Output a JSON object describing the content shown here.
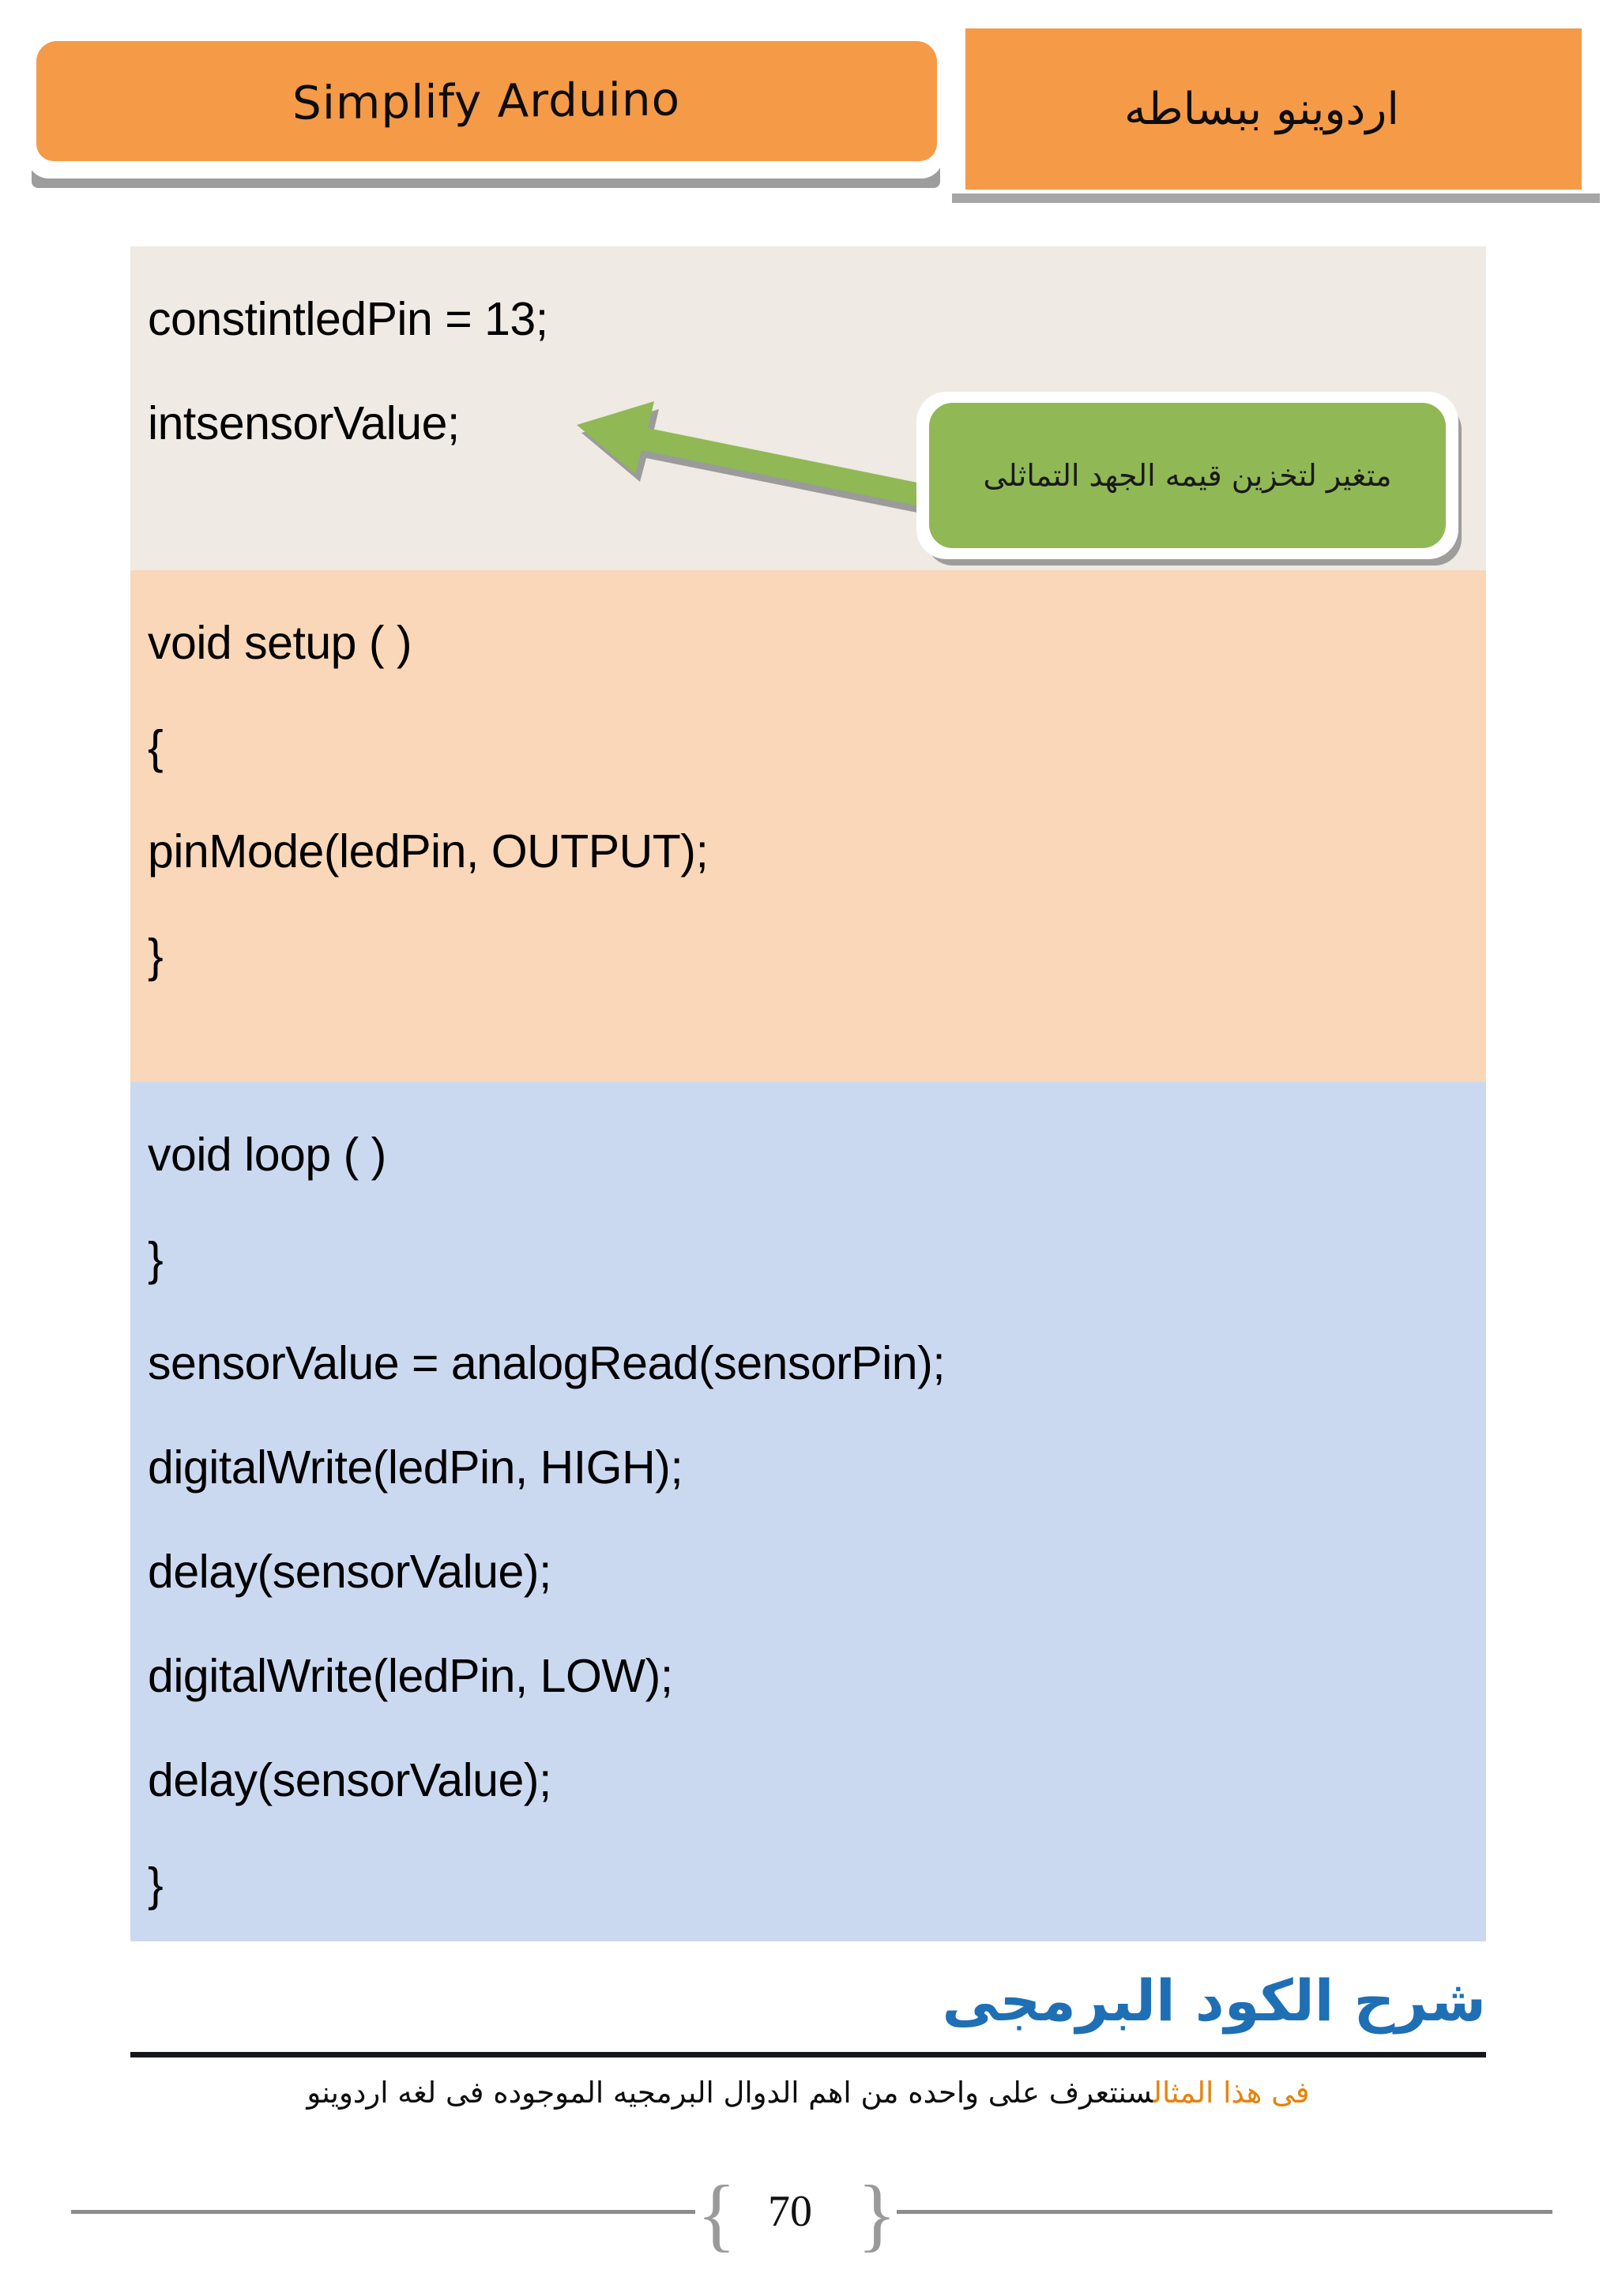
{
  "header": {
    "left_banner_title": "Simplify Arduino",
    "right_banner_title": "اردوينو  ببساطه"
  },
  "code_block": {
    "sections": [
      {
        "name": "declarations",
        "background": "#EFEAE4",
        "lines": [
          "constintledPin = 13;",
          "intsensorValue;"
        ]
      },
      {
        "name": "setup",
        "background": "#FAD7B8",
        "lines": [
          "void setup ( )",
          "{",
          "pinMode(ledPin, OUTPUT);",
          "}"
        ]
      },
      {
        "name": "loop",
        "background": "#CBD9F0",
        "lines": [
          "void loop ( )",
          "}",
          "sensorValue = analogRead(sensorPin);",
          "digitalWrite(ledPin, HIGH);",
          "delay(sensorValue);",
          "digitalWrite(ledPin, LOW);",
          "delay(sensorValue);",
          "}"
        ]
      }
    ]
  },
  "callout": {
    "text": "متغير لتخزين قيمه الجهد التماثلى",
    "fill_color": "#90B855",
    "arrow_color": "#90B855",
    "arrow_direction": "left"
  },
  "section": {
    "heading": "شرح الكود البرمجى",
    "heading_color": "#1F6FB5",
    "paragraph_highlight": "فى هذا المثال",
    "paragraph_rest": "سنتعرف على واحده من اهم الدوال البرمجيه الموجوده فى لغه اردوينو",
    "highlight_color": "#E8820C"
  },
  "footer": {
    "page_number": "70",
    "brace_left": "{",
    "brace_right": "}"
  }
}
